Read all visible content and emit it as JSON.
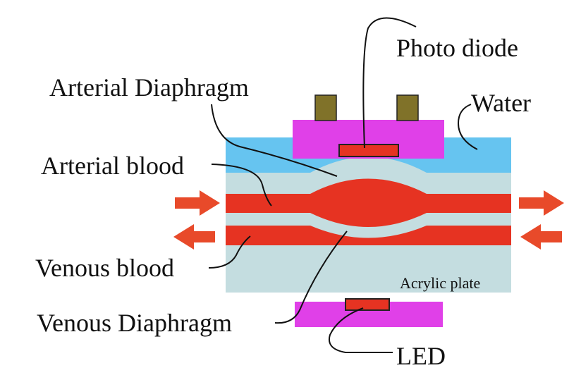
{
  "labels": {
    "photo_diode": "Photo diode",
    "arterial_diaphragm": "Arterial Diaphragm",
    "water": "Water",
    "arterial_blood": "Arterial blood",
    "venous_blood": "Venous blood",
    "acrylic_plate": "Acrylic plate",
    "venous_diaphragm": "Venous Diaphragm",
    "led": "LED"
  },
  "colors": {
    "water": "#66c4f0",
    "acrylic": "#c4dde0",
    "blood": "#e63322",
    "arrow": "#e84a2a",
    "sensor_mount": "#e040e8",
    "terminal": "#807229",
    "leader": "#111111"
  }
}
